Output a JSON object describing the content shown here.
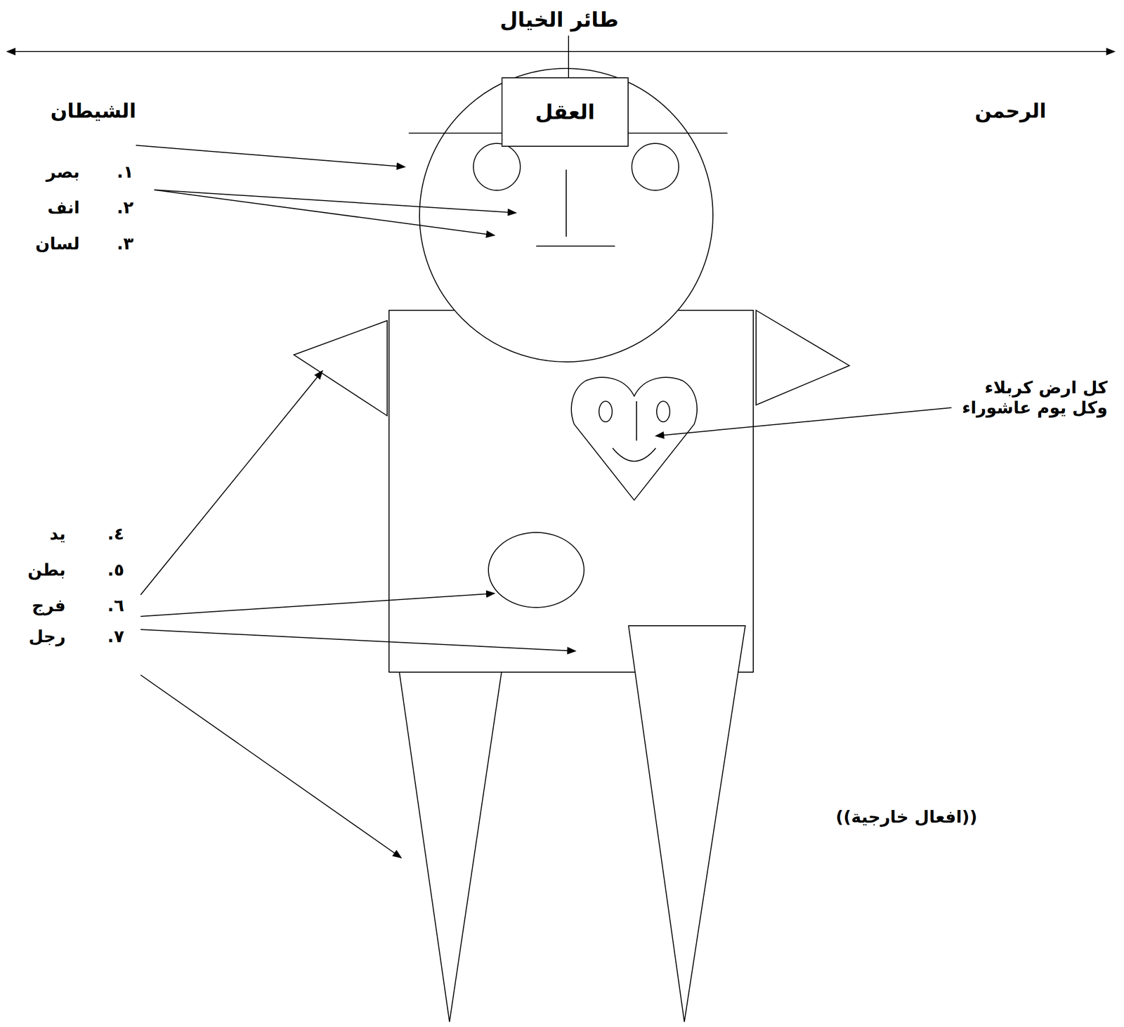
{
  "diagram": {
    "title": "طائر الخيال",
    "nodes": [
      {
        "text": [
          "العقل"
        ]
      }
    ],
    "labels": [
      "الشيطان",
      "الرحمن",
      "١.",
      "بصر",
      "٢.",
      "انف",
      "٣.",
      "لسان",
      "كل ارض كربلاء وكل يوم عاشوراء",
      "٤.",
      "يد",
      "٥.",
      "بطن",
      "٦.",
      "فرج",
      "٧.",
      "رجل",
      "((افعال خارجية))"
    ]
  }
}
